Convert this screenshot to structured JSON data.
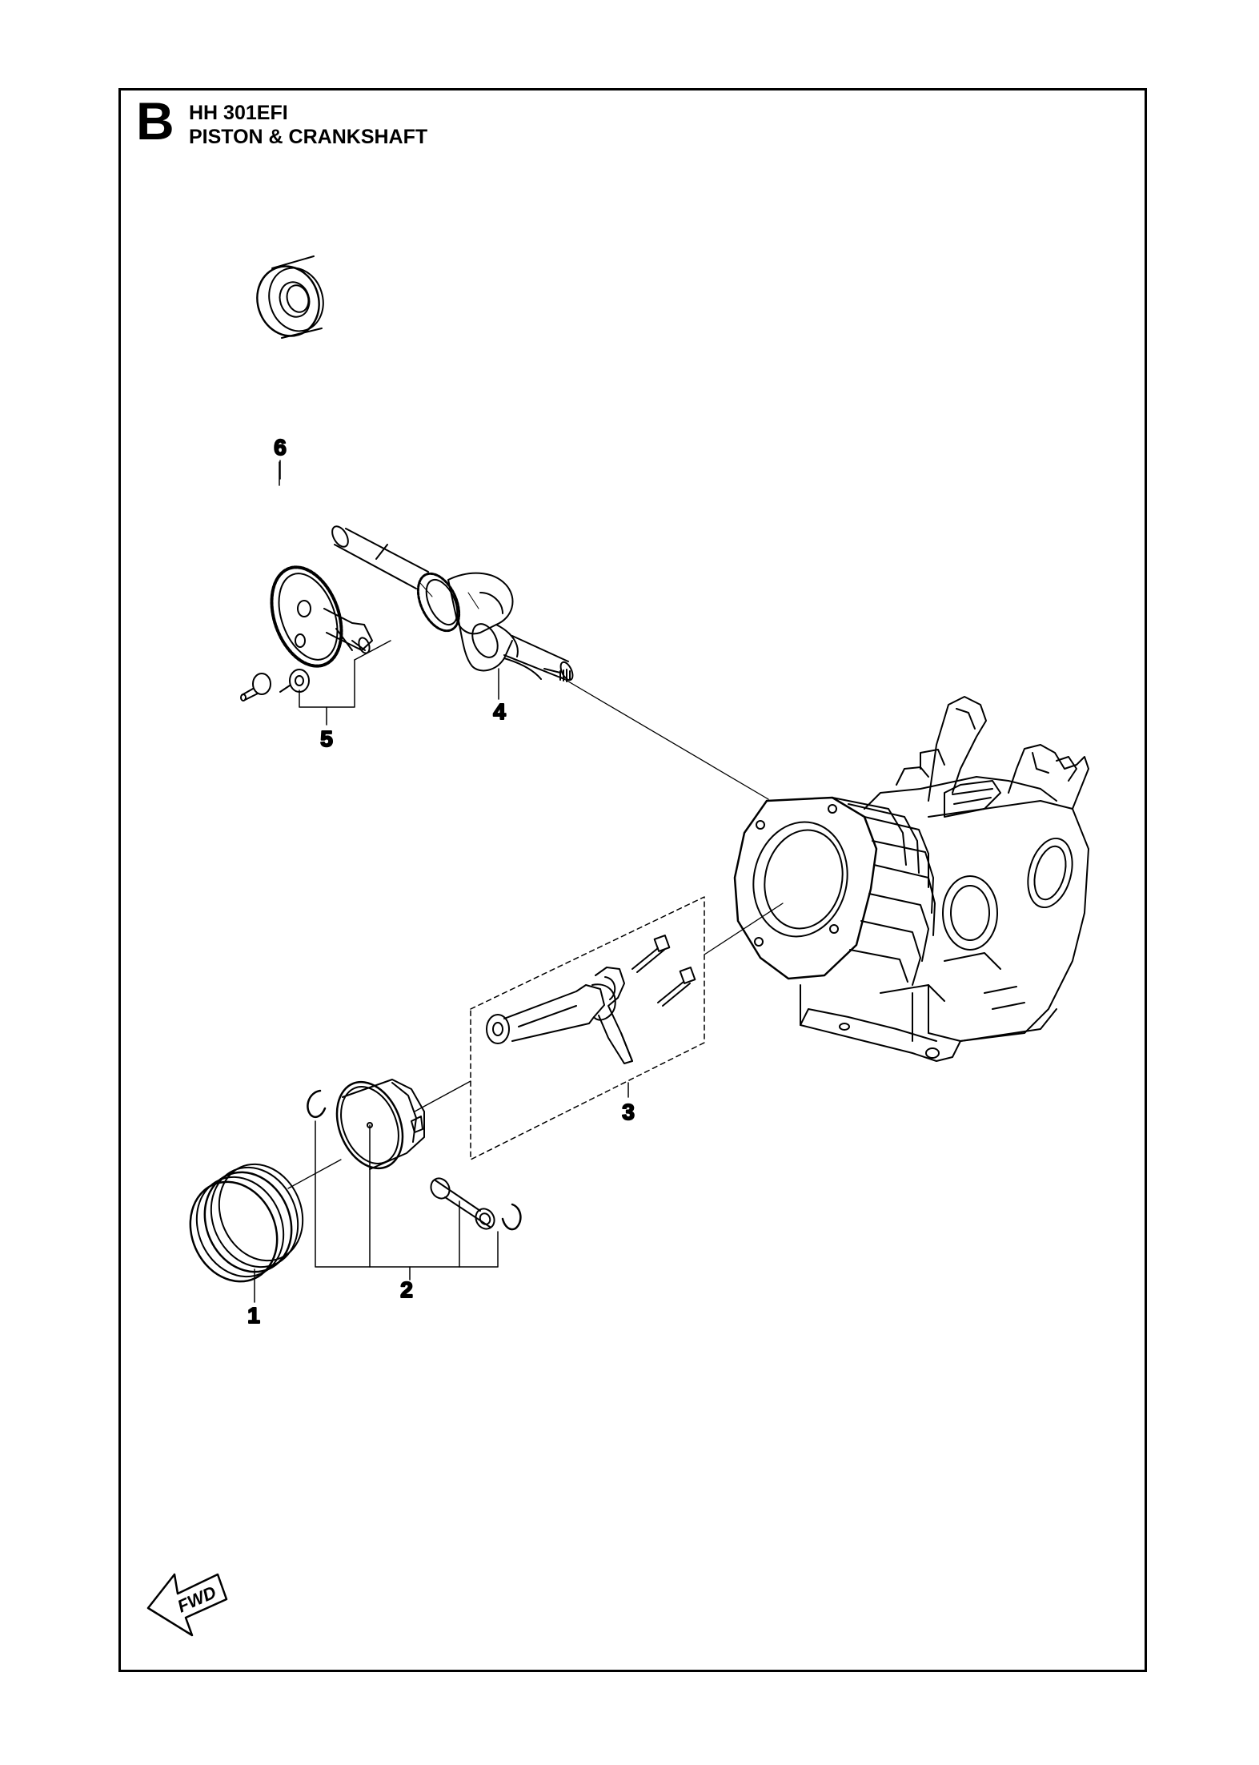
{
  "header": {
    "section_letter": "B",
    "model": "HH 301EFI",
    "title": "PISTON & CRANKSHAFT"
  },
  "callouts": {
    "c1": "1",
    "c2": "2",
    "c3": "3",
    "c4": "4",
    "c5": "5",
    "c6": "6"
  },
  "fwd_label": "FWD"
}
